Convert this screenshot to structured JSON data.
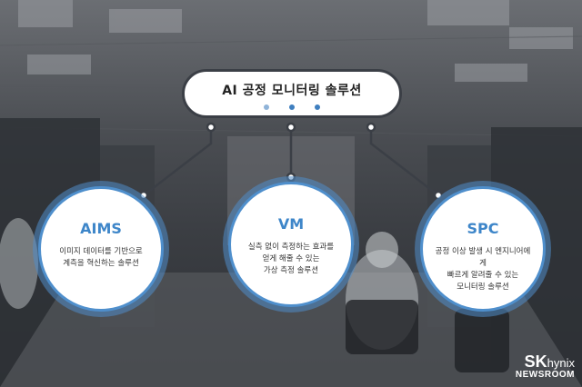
{
  "title": "AI 공정 모니터링 솔루션",
  "nodes": [
    {
      "name": "AIMS",
      "desc": "이미지 데이터를 기반으로\n계측을 혁신하는 솔루션"
    },
    {
      "name": "VM",
      "desc": "실측 없이 측정하는 효과를\n얻게 해줄 수 있는\n가상 측정 솔루션"
    },
    {
      "name": "SPC",
      "desc": "공정 이상 발생 시 엔지니어에게\n빠르게 알려줄 수 있는\n모니터링 솔루션"
    }
  ],
  "logo": {
    "brand": "SK",
    "sub": "hynix",
    "channel": "NEWSROOM"
  },
  "colors": {
    "accent": "#3e86c9",
    "ring": "#4f8fcc",
    "connector": "#3b3f46"
  }
}
